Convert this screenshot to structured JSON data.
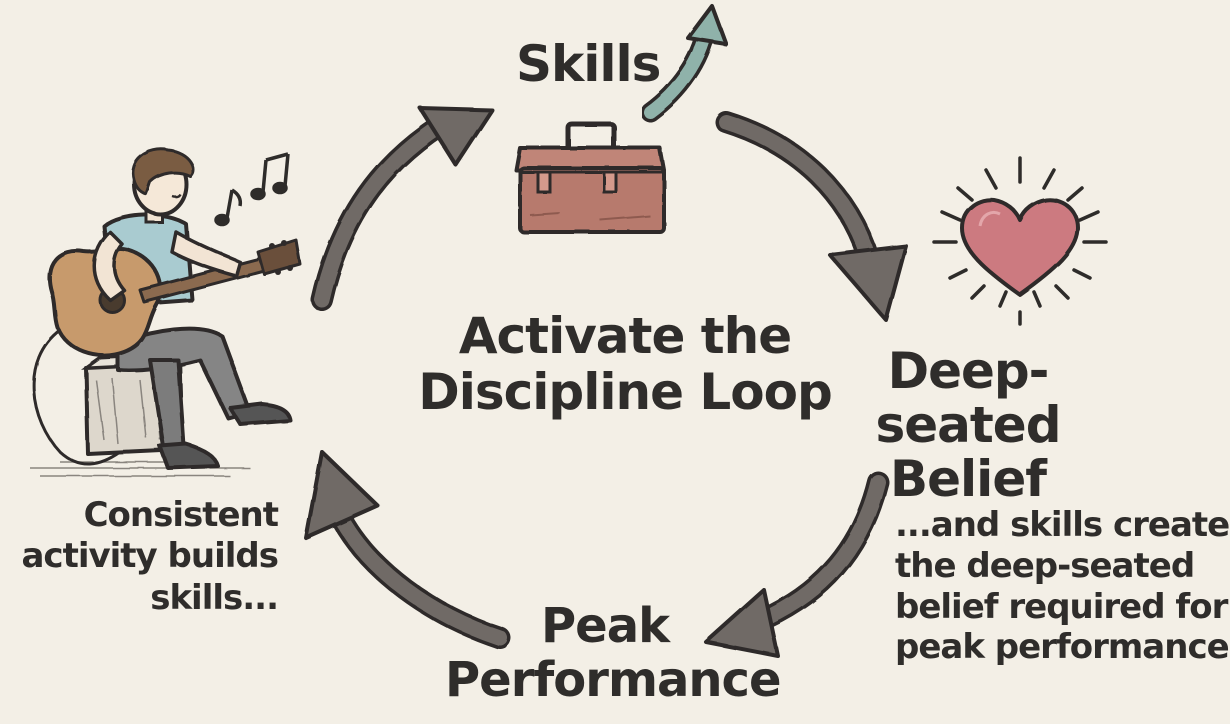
{
  "center_title": [
    "Activate the",
    "Discipline Loop"
  ],
  "nodes": {
    "skills": "Skills",
    "belief": [
      "Deep-seated",
      "Belief"
    ],
    "peak": [
      "Peak",
      "Performance"
    ]
  },
  "captions": {
    "left": [
      "Consistent",
      "activity builds",
      "skills..."
    ],
    "right": [
      "...and skills create",
      "the deep-seated",
      "belief required for",
      "peak performance."
    ]
  },
  "colors": {
    "background": "#f3efe6",
    "arrow": "#6f6a66",
    "arrow_outline": "#2e2c2a",
    "teal_arrow": "#8fb2aa",
    "toolbox": "#b77a6d",
    "heart": "#cc7a80",
    "shirt": "#a9cbd0",
    "guitar": "#c79a6c",
    "pants": "#858585"
  },
  "icons": [
    "guitarist-illustration",
    "music-notes-icon",
    "toolbox-icon",
    "heart-icon",
    "up-arrow-icon"
  ]
}
